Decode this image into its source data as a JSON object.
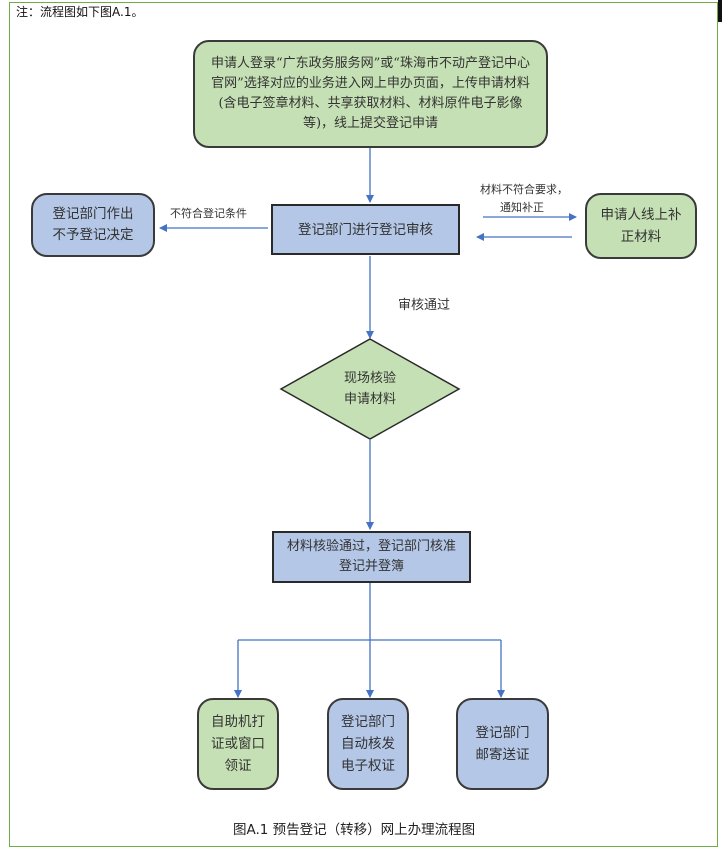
{
  "note": "注：流程图如下图A.1。",
  "caption": "图A.1 预告登记（转移）网上办理流程图",
  "colors": {
    "frame_border": "#70ad47",
    "green_fill": "#c5e0b4",
    "blue_fill": "#b4c7e7",
    "arrow": "#4472c4"
  },
  "nodes": {
    "start": "申请人登录“广东政务服务网”或“珠海市不动产登记中心官网”选择对应的业务进入网上申办页面，上传申请材料(含电子签章材料、共享获取材料、材料原件电子影像等)，线上提交登记申请",
    "review": "登记部门进行登记审核",
    "reject": [
      "登记部门作出",
      "不予登记决定"
    ],
    "supplement": [
      "申请人线上补",
      "正材料"
    ],
    "verify": [
      "现场核验",
      "申请材料"
    ],
    "approve": [
      "材料核验通过，登记部门核准",
      "登记并登簿"
    ],
    "outcome_self_service": [
      "自助机打",
      "证或窗口",
      "领证"
    ],
    "outcome_electronic": [
      "登记部门",
      "自动核发",
      "电子权证"
    ],
    "outcome_mail": [
      "登记部门",
      "邮寄送证"
    ]
  },
  "edge_labels": {
    "not_eligible": "不符合登记条件",
    "materials_invalid_line1": "材料不符合要求，",
    "materials_invalid_line2": "通知补正",
    "review_passed": "审核通过"
  }
}
